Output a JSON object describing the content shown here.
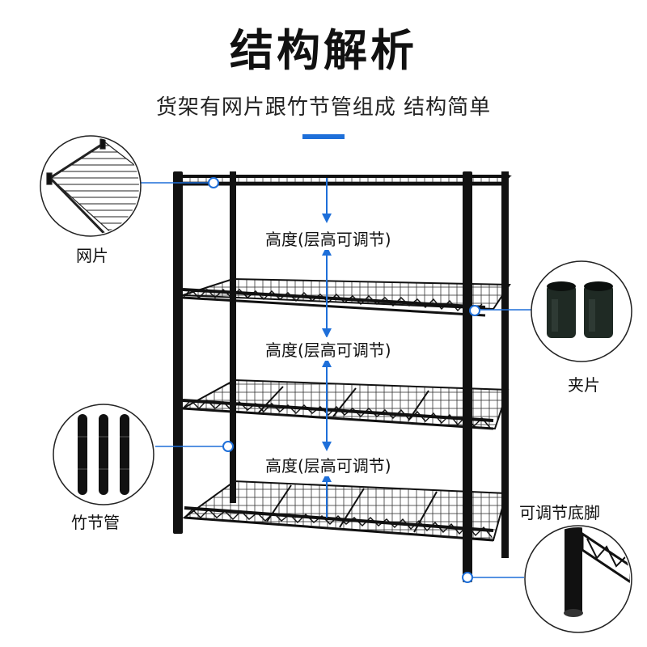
{
  "header": {
    "title": "结构解析",
    "subtitle": "货架有网片跟竹节管组成  结构简单"
  },
  "callouts": {
    "mesh": "网片",
    "clip": "夹片",
    "pole": "竹节管",
    "foot": "可调节底脚"
  },
  "heights": [
    "高度(层高可调节)",
    "高度(层高可调节)",
    "高度(层高可调节)"
  ],
  "colors": {
    "accent": "#1e6fd9",
    "frame": "#111111"
  }
}
